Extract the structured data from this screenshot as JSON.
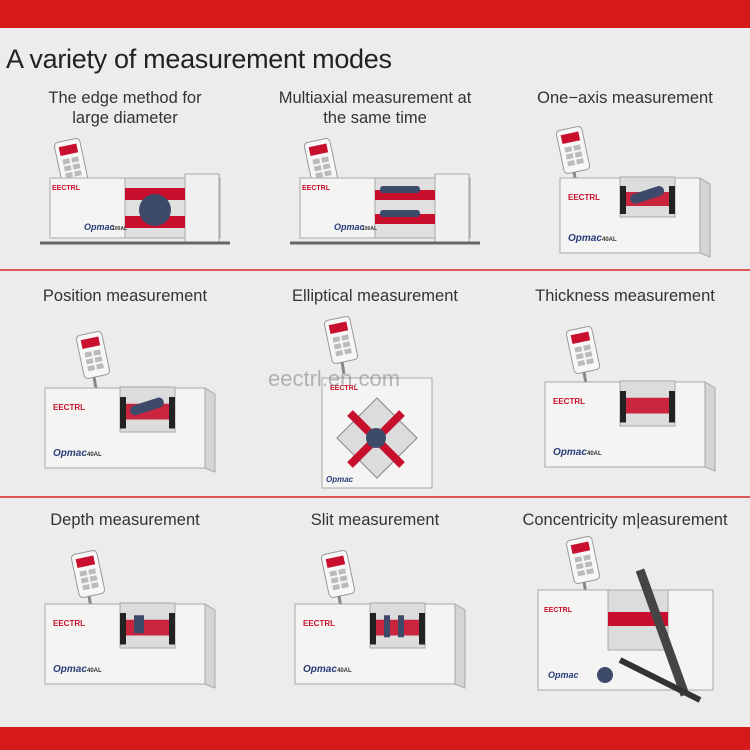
{
  "page_title": "A variety of measurement modes",
  "watermark": "eectrl.en.com",
  "brand_badge": "EECTRL",
  "model_name": "Opmac",
  "model_number": "40AL",
  "model_number_large": "100AL",
  "modes": [
    {
      "label": "The edge method for\nlarge diameter",
      "type": "edge"
    },
    {
      "label": "Multiaxial measurement at\nthe same time",
      "type": "multi"
    },
    {
      "label": "One−axis measurement",
      "type": "one"
    },
    {
      "label": "Position measurement",
      "type": "position"
    },
    {
      "label": "Elliptical measurement",
      "type": "elliptical"
    },
    {
      "label": "Thickness measurement",
      "type": "thickness"
    },
    {
      "label": "Depth measurement",
      "type": "depth"
    },
    {
      "label": "Slit measurement",
      "type": "slit"
    },
    {
      "label": "Concentricity m|easurement",
      "type": "concentricity"
    }
  ],
  "colors": {
    "accent": "#d61a1a",
    "beam": "#c8102e",
    "body": "#f4f4f2",
    "rod": "#3d4a6a"
  }
}
